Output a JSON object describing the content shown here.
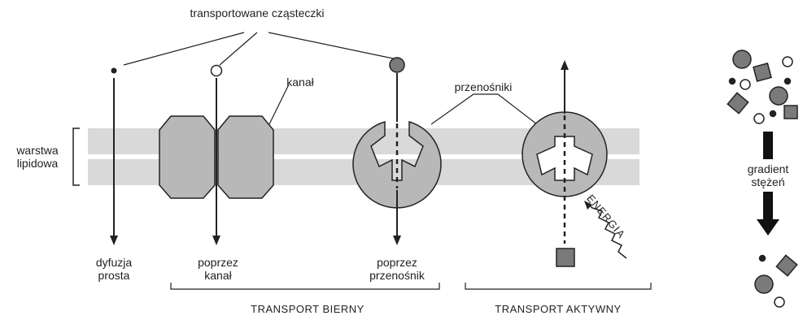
{
  "labels": {
    "transported_particles": "transportowane cząsteczki",
    "channel": "kanał",
    "carriers": "przenośniki",
    "lipid_layer_line1": "warstwa",
    "lipid_layer_line2": "lipidowa",
    "energy": "ENERGIA",
    "simple_diffusion_line1": "dyfuzja",
    "simple_diffusion_line2": "prosta",
    "via_channel_line1": "poprzez",
    "via_channel_line2": "kanał",
    "via_carrier_line1": "poprzez",
    "via_carrier_line2": "przenośnik",
    "passive_transport": "TRANSPORT BIERNY",
    "active_transport": "TRANSPORT AKTYWNY",
    "gradient_line1": "gradient",
    "gradient_line2": "stężeń"
  },
  "colors": {
    "membrane": "#d9d9d9",
    "protein": "#b8b8b8",
    "particle_dark": "#7a7a7a",
    "line": "#222222"
  }
}
